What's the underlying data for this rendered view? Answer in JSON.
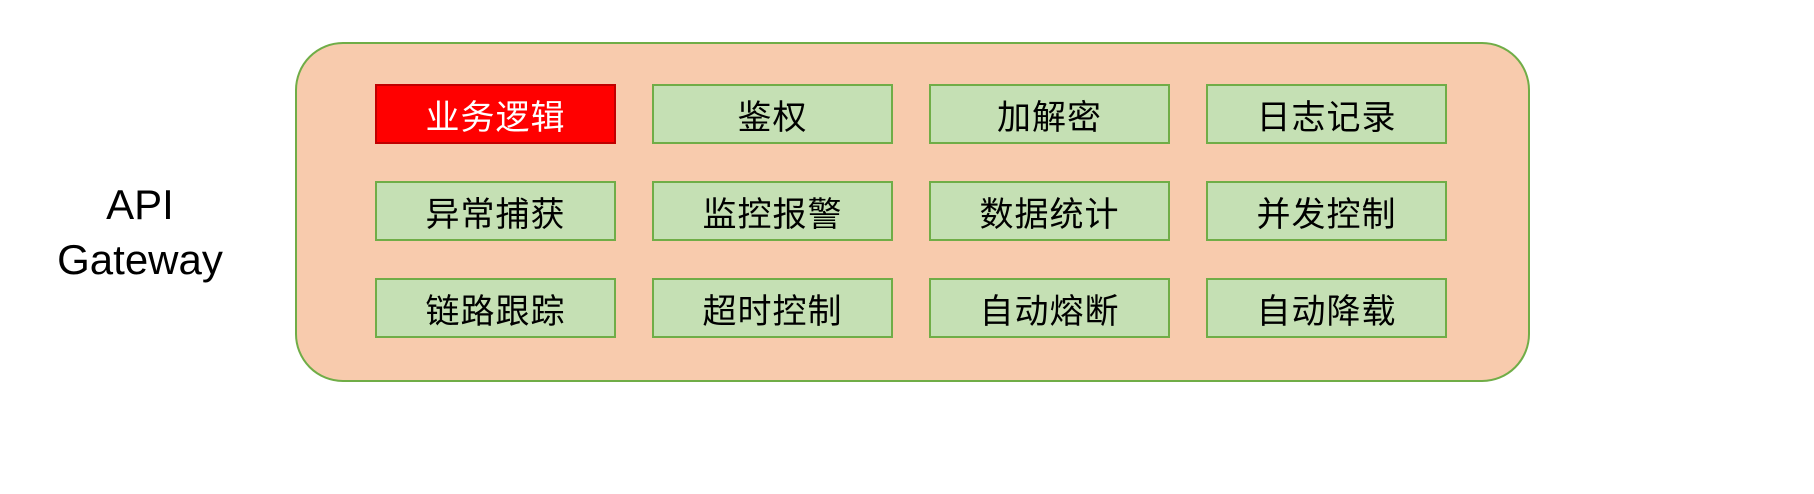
{
  "left_label": {
    "line1": "API",
    "line2": "Gateway"
  },
  "gateway": {
    "colors": {
      "container_fill": "#F8CBAD",
      "container_stroke": "#70AD47",
      "cell_fill": "#C5E0B4",
      "cell_stroke": "#70AD47",
      "highlight_fill": "#FF0000",
      "highlight_text": "#FFFFFF",
      "cell_text": "#000000"
    },
    "cells": [
      {
        "label": "业务逻辑",
        "highlight": true
      },
      {
        "label": "鉴权",
        "highlight": false
      },
      {
        "label": "加解密",
        "highlight": false
      },
      {
        "label": "日志记录",
        "highlight": false
      },
      {
        "label": "异常捕获",
        "highlight": false
      },
      {
        "label": "监控报警",
        "highlight": false
      },
      {
        "label": "数据统计",
        "highlight": false
      },
      {
        "label": "并发控制",
        "highlight": false
      },
      {
        "label": "链路跟踪",
        "highlight": false
      },
      {
        "label": "超时控制",
        "highlight": false
      },
      {
        "label": "自动熔断",
        "highlight": false
      },
      {
        "label": "自动降载",
        "highlight": false
      }
    ]
  }
}
